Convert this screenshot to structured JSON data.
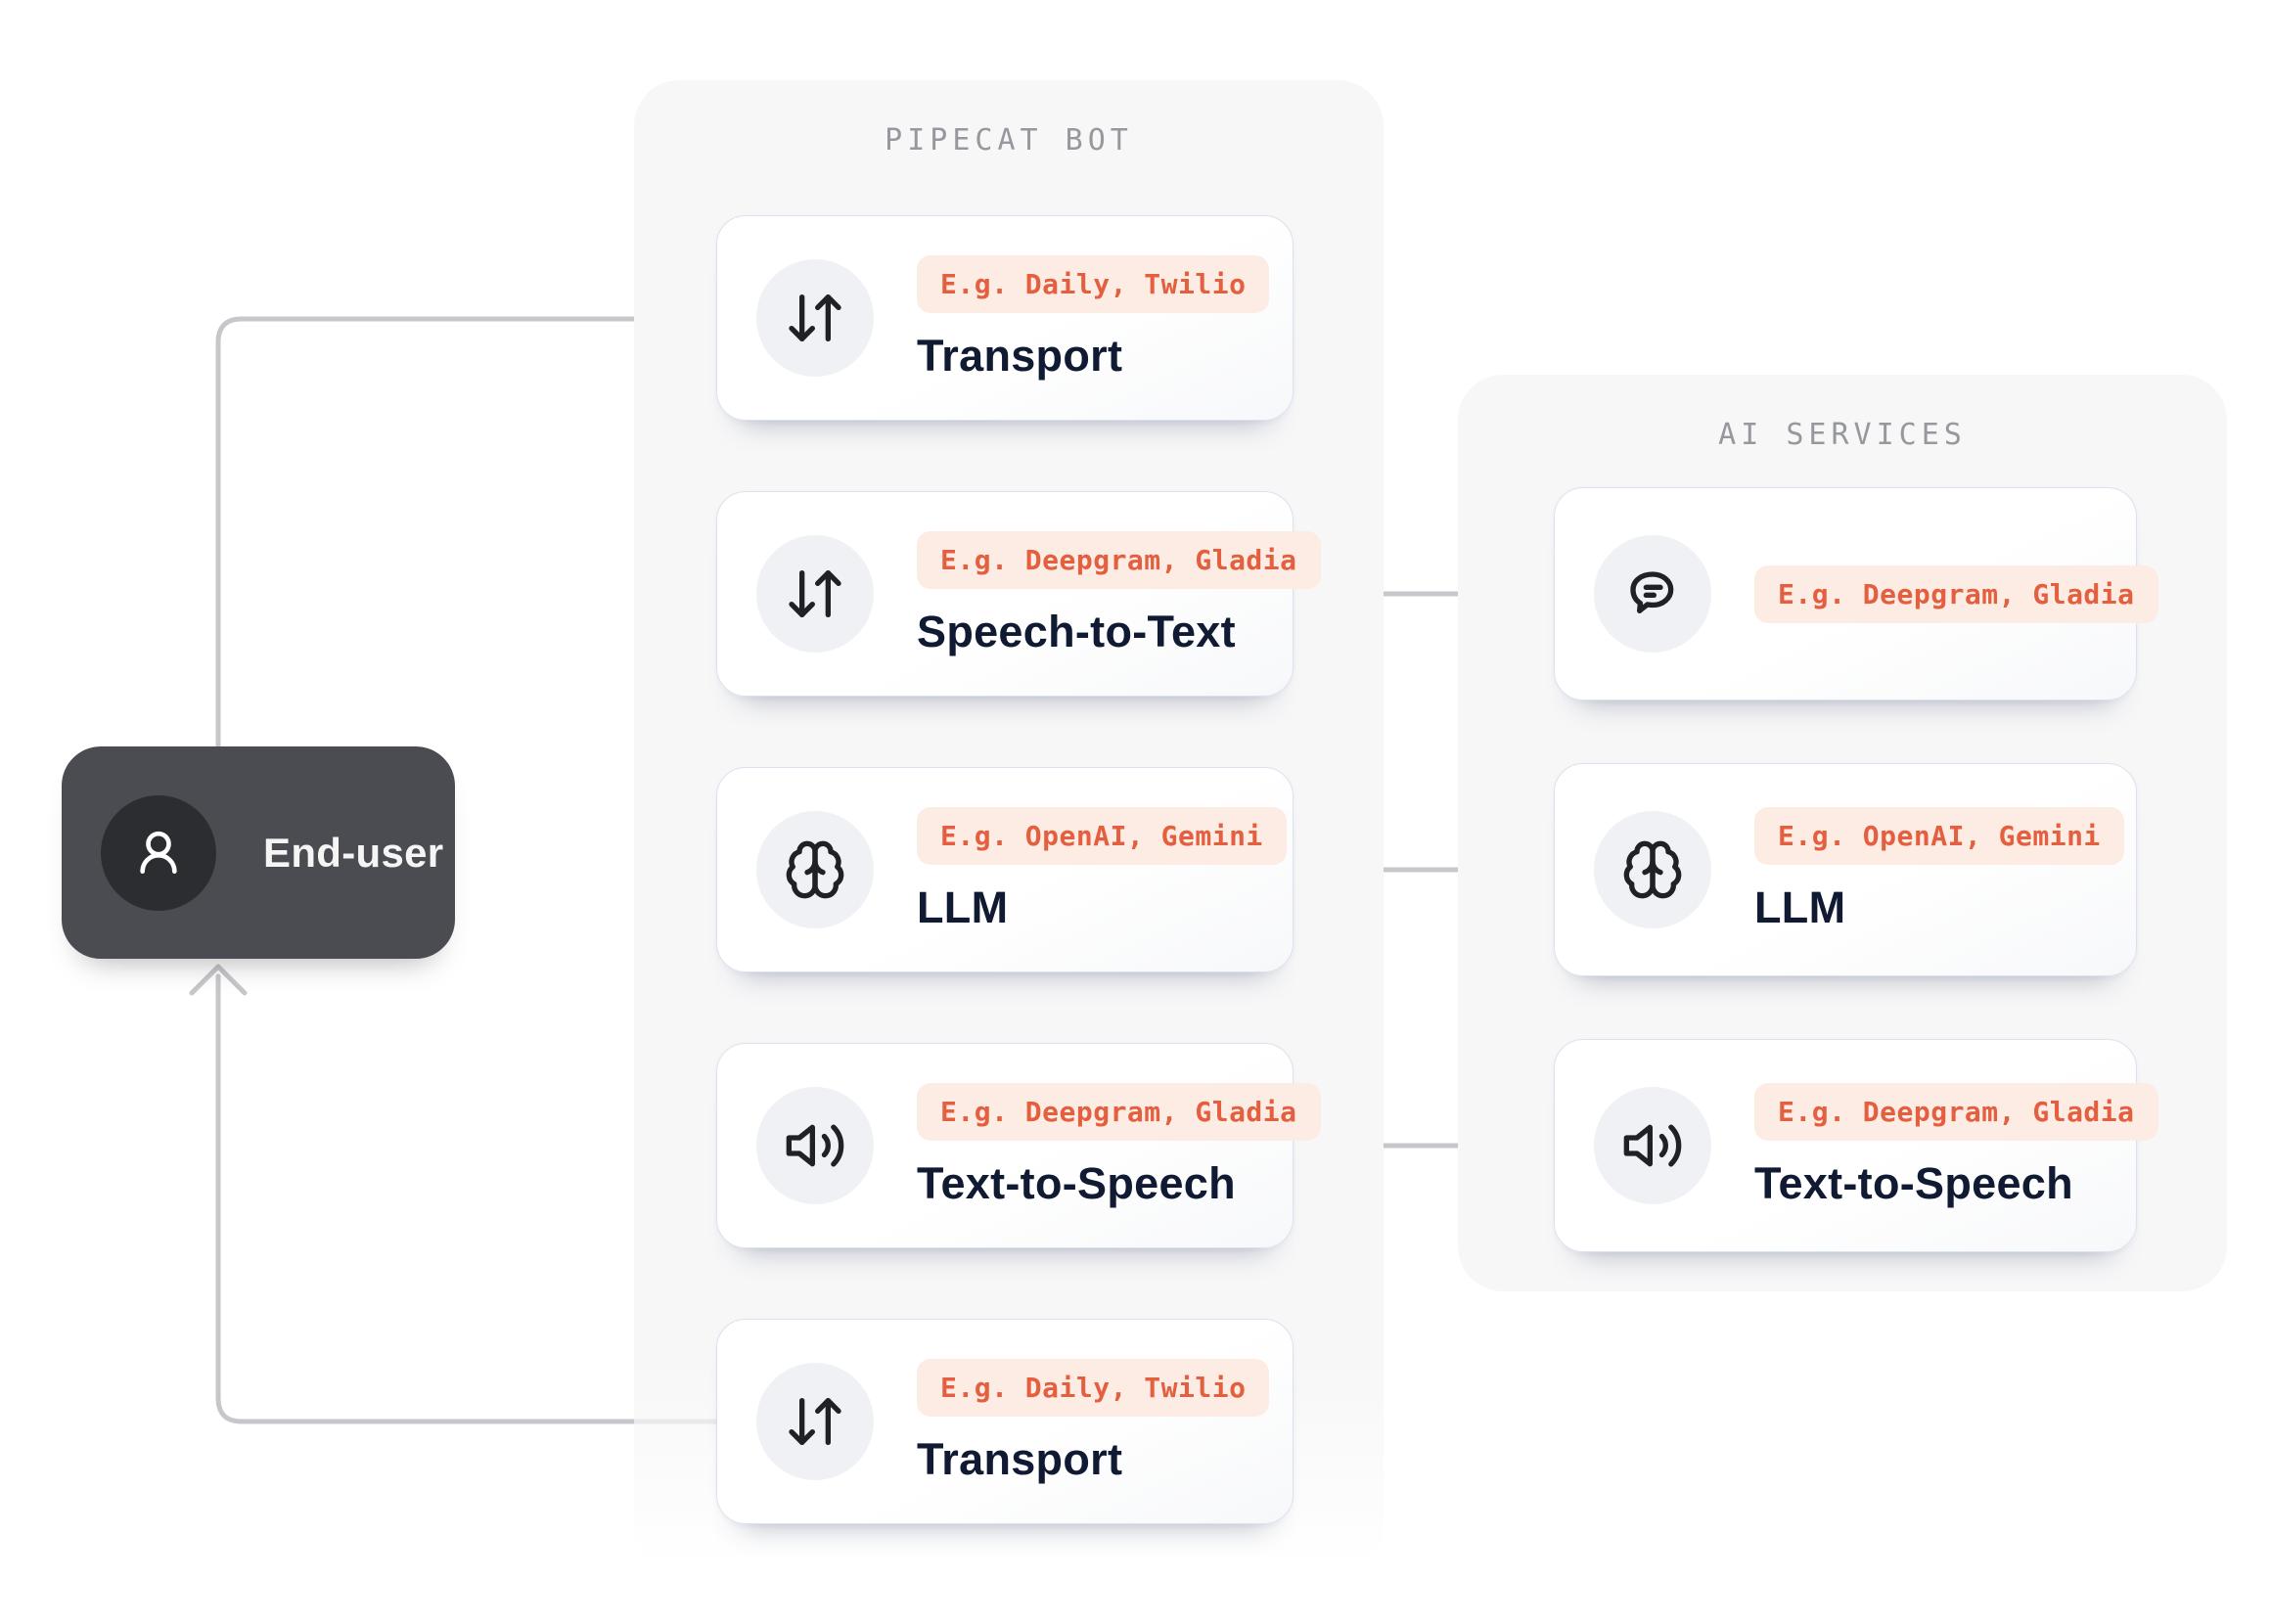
{
  "end_user": {
    "label": "End-user",
    "icon": "user-icon"
  },
  "pipecat_panel": {
    "title": "PIPECAT BOT",
    "cards": [
      {
        "icon": "arrows-up-down-icon",
        "badge": "E.g. Daily, Twilio",
        "title": "Transport"
      },
      {
        "icon": "arrows-up-down-icon",
        "badge": "E.g. Deepgram, Gladia",
        "title": "Speech-to-Text"
      },
      {
        "icon": "brain-icon",
        "badge": "E.g. OpenAI, Gemini",
        "title": "LLM"
      },
      {
        "icon": "speaker-icon",
        "badge": "E.g. Deepgram, Gladia",
        "title": "Text-to-Speech"
      },
      {
        "icon": "arrows-up-down-icon",
        "badge": "E.g. Daily, Twilio",
        "title": "Transport"
      }
    ]
  },
  "ai_panel": {
    "title": "AI SERVICES",
    "cards": [
      {
        "icon": "chat-bubble-icon",
        "badge": "E.g. Deepgram, Gladia",
        "title": ""
      },
      {
        "icon": "brain-icon",
        "badge": "E.g. OpenAI, Gemini",
        "title": "LLM"
      },
      {
        "icon": "speaker-icon",
        "badge": "E.g. Deepgram, Gladia",
        "title": "Text-to-Speech"
      }
    ]
  },
  "colors": {
    "accent_text": "#e45f3f",
    "badge_bg": "#fcece4",
    "card_title": "#111a33",
    "panel_bg": "#f7f7f8",
    "panel_title": "#96989d",
    "arrow": "#c5c7cb",
    "card_border": "#dbe2ef",
    "end_user_bg": "#4a4c51",
    "end_user_avatar_bg": "#2b2d31"
  }
}
